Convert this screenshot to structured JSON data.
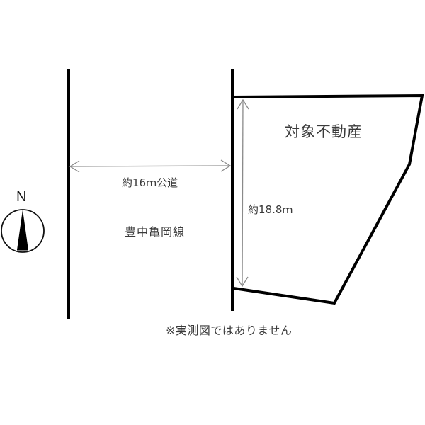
{
  "diagram": {
    "type": "site-plan",
    "colors": {
      "boundary": "#000000",
      "dimension": "#8a8a8a",
      "text": "#3a3a3a",
      "background": "#ffffff"
    }
  },
  "compass": {
    "letter": "N",
    "icon": "north-arrow-icon"
  },
  "road": {
    "width_label": "約16ｍ公道",
    "name": "豊中亀岡線"
  },
  "property": {
    "label": "対象不動産",
    "frontage_label": "約18.8ｍ"
  },
  "note": {
    "disclaimer": "※実測図ではありません"
  }
}
